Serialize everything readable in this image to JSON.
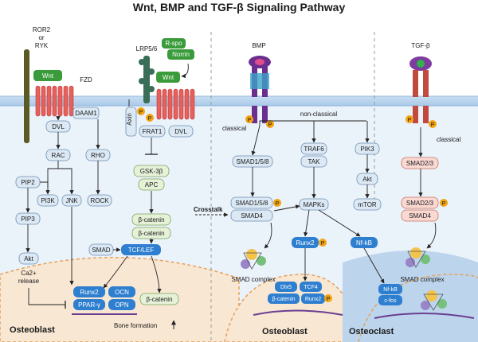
{
  "title": "Wnt, BMP and TGF-β Signaling Pathway",
  "wnt_noncanonical": {
    "receptor_label_1": "ROR2",
    "receptor_label_2": "or",
    "receptor_label_3": "RYK",
    "ligand": "Wnt",
    "fzd": "FZD",
    "daam1": "DAAM1",
    "dvl": "DVL",
    "rac": "RAC",
    "rho": "RHO",
    "pip2": "PIP2",
    "pi3k": "PI3K",
    "jnk": "JNK",
    "rock": "ROCK",
    "pip3": "PIP3",
    "akt": "Akt",
    "ca_1": "Ca2+",
    "ca_2": "release"
  },
  "wnt_canonical": {
    "lrp": "LRP5/6",
    "rspo": "R-spo",
    "norrin": "Norrin",
    "ligand": "Wnt",
    "axin": "Axin",
    "frat1": "FRAT1",
    "dvl": "DVL",
    "gsk3b": "GSK-3β",
    "apc": "APC",
    "bcat_1": "β-catenin",
    "bcat_2": "β-catenin",
    "smad": "SMAD",
    "tcf_lef": "TCF/LEF",
    "bcat_nucleus": "β-catenin",
    "p": "P"
  },
  "osteoblast_left": {
    "runx2": "Runx2",
    "ocn": "OCN",
    "pparg": "PPAR-γ",
    "opn": "OPN",
    "label": "Osteoblast",
    "bone_formation": "Bone formation"
  },
  "bmp": {
    "label": "BMP",
    "classical": "classical",
    "non_classical": "non-classical",
    "smad158_a": "SMAD1/5/8",
    "smad158_b": "SMAD1/5/8",
    "smad4": "SMAD4",
    "traf6": "TRAF6",
    "tak": "TAK",
    "mapks": "MAPKs",
    "pik3": "PIK3",
    "akt": "Akt",
    "mtor": "mTOR",
    "runx2": "Runx2",
    "nfkb": "Nf-kB",
    "smad_complex": "SMAD complex",
    "dlx5": "Dlx5",
    "tcf4": "TCF4",
    "bcat": "β-catenin",
    "runx2_dna": "Runx2",
    "nfkb_dna": "Nf-kB",
    "cfos": "c-fos",
    "osteoblast": "Osteoblast",
    "osteoclast": "Osteoclast",
    "crosstalk": "Crosstalk"
  },
  "tgfb": {
    "label": "TGF-β",
    "classical": "classical",
    "smad23_a": "SMAD2/3",
    "smad23_b": "SMAD2/3",
    "smad4": "SMAD4",
    "smad_complex": "SMAD complex"
  },
  "colors": {
    "membrane": "#b7d4ee",
    "cytoplasm": "#eaf2fa",
    "green": "#3a9b3a",
    "receptor_red": "#d9534f",
    "blue_node": "#2f7fd0",
    "orange_p": "#f2a30f"
  }
}
